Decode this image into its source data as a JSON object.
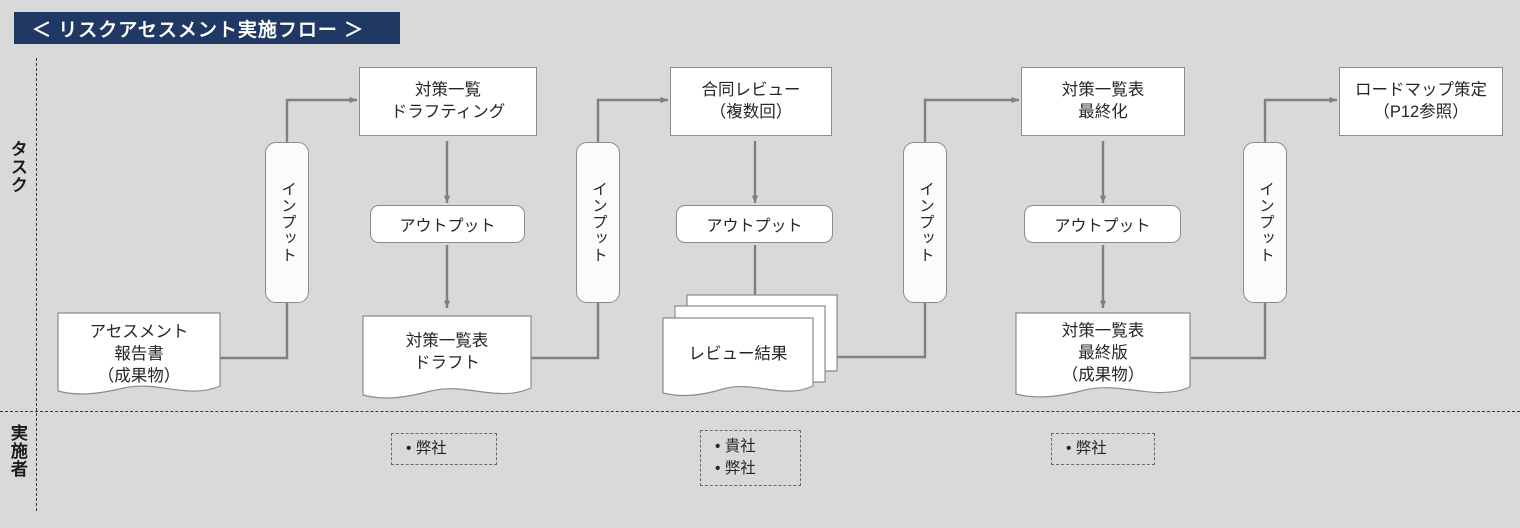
{
  "title": "＜ リスクアセスメント実施フロー ＞",
  "lanes": {
    "task_label": "タスク",
    "actor_label": "実施者"
  },
  "colors": {
    "title_bg": "#1f3864",
    "title_text": "#ffffff",
    "canvas_bg": "#d9d9d9",
    "shape_border": "#8c8c8c",
    "shape_fill": "#ffffff",
    "connector": "#808080",
    "separator": "#3a3a3a",
    "actor_border": "#6b6b6b"
  },
  "labels": {
    "input": "インプット",
    "output": "アウトプット"
  },
  "tasks": [
    {
      "id": "task-1",
      "line1": "対策一覧",
      "line2": "ドラフティング"
    },
    {
      "id": "task-2",
      "line1": "合同レビュー",
      "line2": "（複数回）"
    },
    {
      "id": "task-3",
      "line1": "対策一覧表",
      "line2": "最終化"
    },
    {
      "id": "task-4",
      "line1": "ロードマップ策定",
      "line2": "（P12参照）"
    }
  ],
  "outputs": [
    {
      "id": "output-1",
      "label": "アウトプット"
    },
    {
      "id": "output-2",
      "label": "アウトプット"
    },
    {
      "id": "output-3",
      "label": "アウトプット"
    }
  ],
  "inputs": [
    {
      "id": "input-1",
      "label": "インプット"
    },
    {
      "id": "input-2",
      "label": "インプット"
    },
    {
      "id": "input-3",
      "label": "インプット"
    },
    {
      "id": "input-4",
      "label": "インプット"
    }
  ],
  "documents": [
    {
      "id": "doc-assessment-report",
      "line1": "アセスメント",
      "line2": "報告書",
      "line3": "（成果物）",
      "stacked": false
    },
    {
      "id": "doc-measures-draft",
      "line1": "対策一覧表",
      "line2": "ドラフト",
      "line3": "",
      "stacked": false
    },
    {
      "id": "doc-review-results",
      "line1": "レビュー結果",
      "line2": "",
      "line3": "",
      "stacked": true
    },
    {
      "id": "doc-measures-final",
      "line1": "対策一覧表",
      "line2": "最終版",
      "line3": "（成果物）",
      "stacked": false
    }
  ],
  "actors": [
    {
      "id": "actor-1",
      "items": [
        "• 弊社"
      ]
    },
    {
      "id": "actor-2",
      "items": [
        "• 貴社",
        "• 弊社"
      ]
    },
    {
      "id": "actor-3",
      "items": [
        "• 弊社"
      ]
    }
  ]
}
